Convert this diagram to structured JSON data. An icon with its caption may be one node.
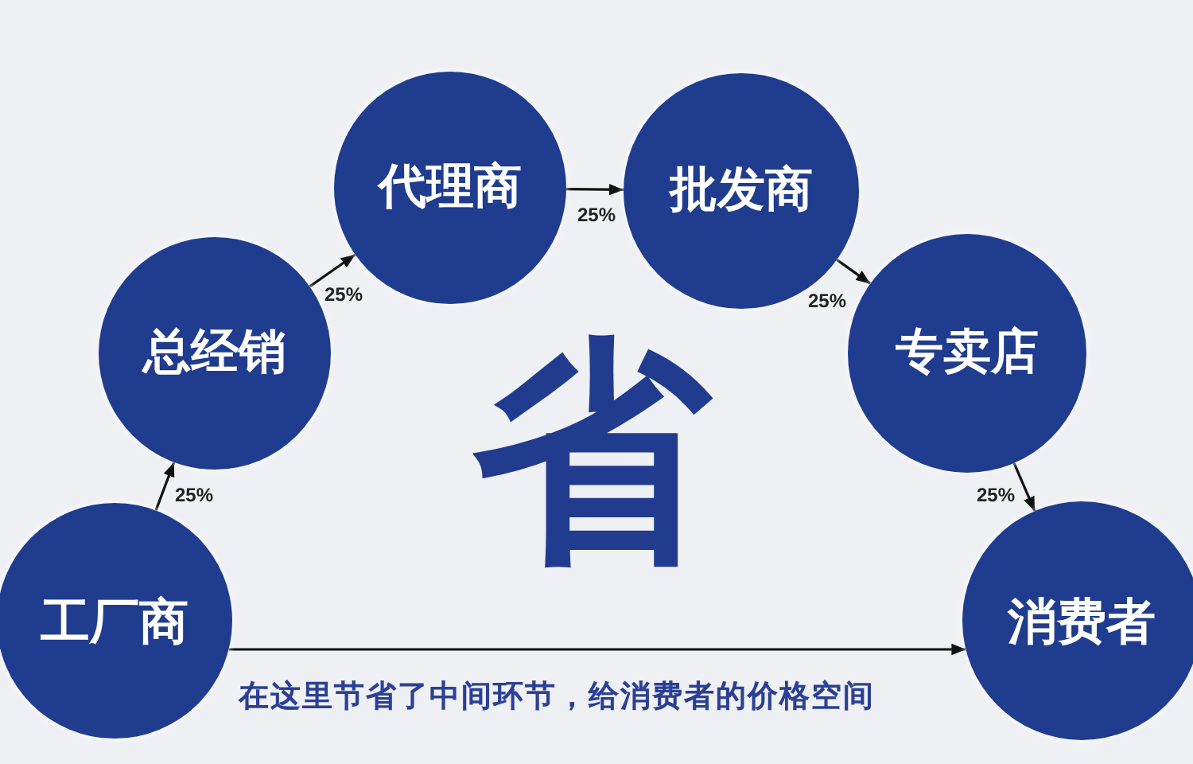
{
  "diagram": {
    "nodes": [
      {
        "text": [
          "工厂商"
        ]
      },
      {
        "text": [
          "总经销"
        ]
      },
      {
        "text": [
          "代理商"
        ]
      },
      {
        "text": [
          "批发商"
        ]
      },
      {
        "text": [
          "专卖店"
        ]
      },
      {
        "text": [
          "消费者"
        ]
      }
    ],
    "edges": [
      {
        "from": 0,
        "to": 1,
        "arrow": "to",
        "label": "25%"
      },
      {
        "from": 1,
        "to": 2,
        "arrow": "to",
        "label": "25%"
      },
      {
        "from": 2,
        "to": 3,
        "arrow": "to",
        "label": "25%"
      },
      {
        "from": 3,
        "to": 4,
        "arrow": "to",
        "label": "25%"
      },
      {
        "from": 4,
        "to": 5,
        "arrow": "to",
        "label": "25%"
      },
      {
        "from": 0,
        "to": 5,
        "arrow": "to"
      }
    ],
    "labels": [
      "省",
      "在这里节省了中间环节，给消费者的价格空间"
    ]
  }
}
